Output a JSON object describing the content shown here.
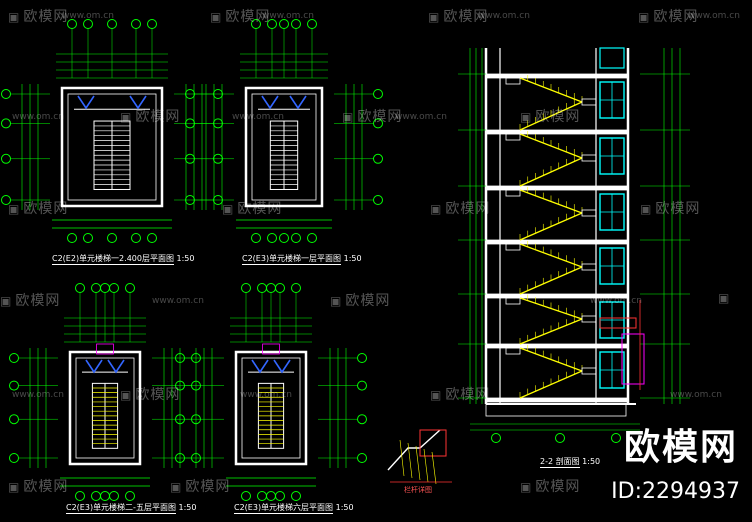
{
  "watermark": {
    "brand_text": "欧模网",
    "url_text": "www.om.cn"
  },
  "brand": {
    "name": "欧模网",
    "id_label": "ID:2294937"
  },
  "captions": {
    "plan_top_left": "C2(E2)单元楼梯一2.400层平面图",
    "plan_top_left_scale": "1:50",
    "plan_top_mid": "C2(E3)单元楼梯一层平面图",
    "plan_top_mid_scale": "1:50",
    "plan_bot_left": "C2(E3)单元楼梯二-五层平面图",
    "plan_bot_left_scale": "1:50",
    "plan_bot_mid": "C2(E3)单元楼梯六层平面图",
    "plan_bot_mid_scale": "1:50",
    "section": "2-2 剖面图",
    "section_scale": "1:50",
    "detail": "栏杆详图"
  },
  "colors": {
    "background": "#000000",
    "wall": "#ffffff",
    "dimension": "#00ff00",
    "stair": "#ffff00",
    "window": "#00ffff",
    "axis_bubble": "#00ff00",
    "section_red": "#ff3333",
    "accent_magenta": "#ff00ff",
    "door_blue": "#3366ff"
  }
}
